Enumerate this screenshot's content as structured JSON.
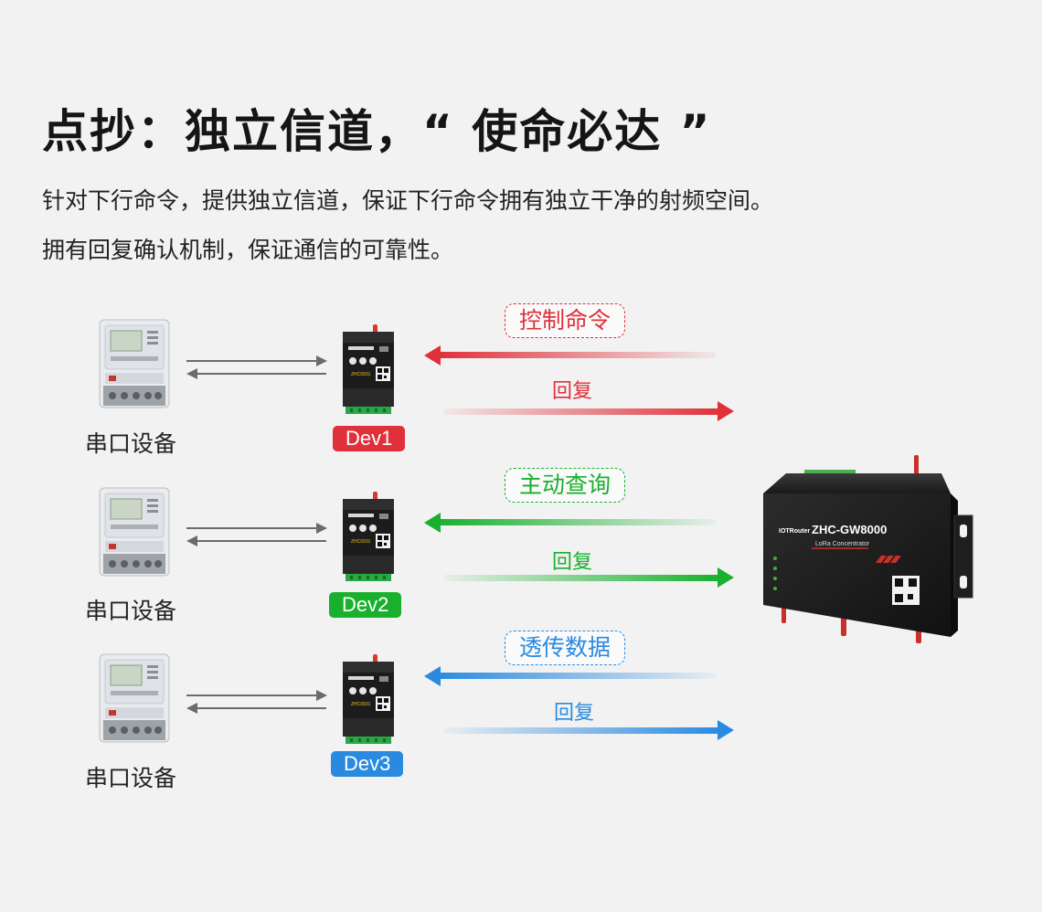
{
  "title": "点抄：独立信道，“ 使命必达 ”",
  "description": [
    "针对下行命令，提供独立信道，保证下行命令拥有独立干净的射频空间。",
    "拥有回复确认机制，保证通信的可靠性。"
  ],
  "rows": [
    {
      "device_label": "串口设备",
      "module_badge": "Dev1",
      "command": "控制命令",
      "reply": "回复",
      "color": "#e0303a"
    },
    {
      "device_label": "串口设备",
      "module_badge": "Dev2",
      "command": "主动查询",
      "reply": "回复",
      "color": "#18b02d"
    },
    {
      "device_label": "串口设备",
      "module_badge": "Dev3",
      "command": "透传数据",
      "reply": "回复",
      "color": "#2a8ae0"
    }
  ],
  "module": {
    "model": "ZHC0931"
  },
  "gateway": {
    "brand": "IOTRouter",
    "model": "ZHC-GW8000",
    "subtitle": "LoRa Concentrator"
  }
}
